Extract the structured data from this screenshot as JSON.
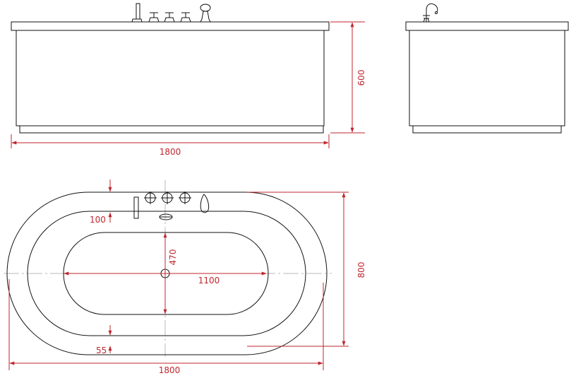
{
  "dimension_color": "#c0262e",
  "outline_color": "#111111",
  "views": {
    "front": {
      "width_label": "1800",
      "height_label": "600"
    },
    "side": {},
    "top": {
      "width_label": "1800",
      "depth_label": "800",
      "inner_length_label": "1100",
      "inner_half_depth_label": "470",
      "rim_top_label": "100",
      "rim_bottom_label": "55"
    }
  }
}
